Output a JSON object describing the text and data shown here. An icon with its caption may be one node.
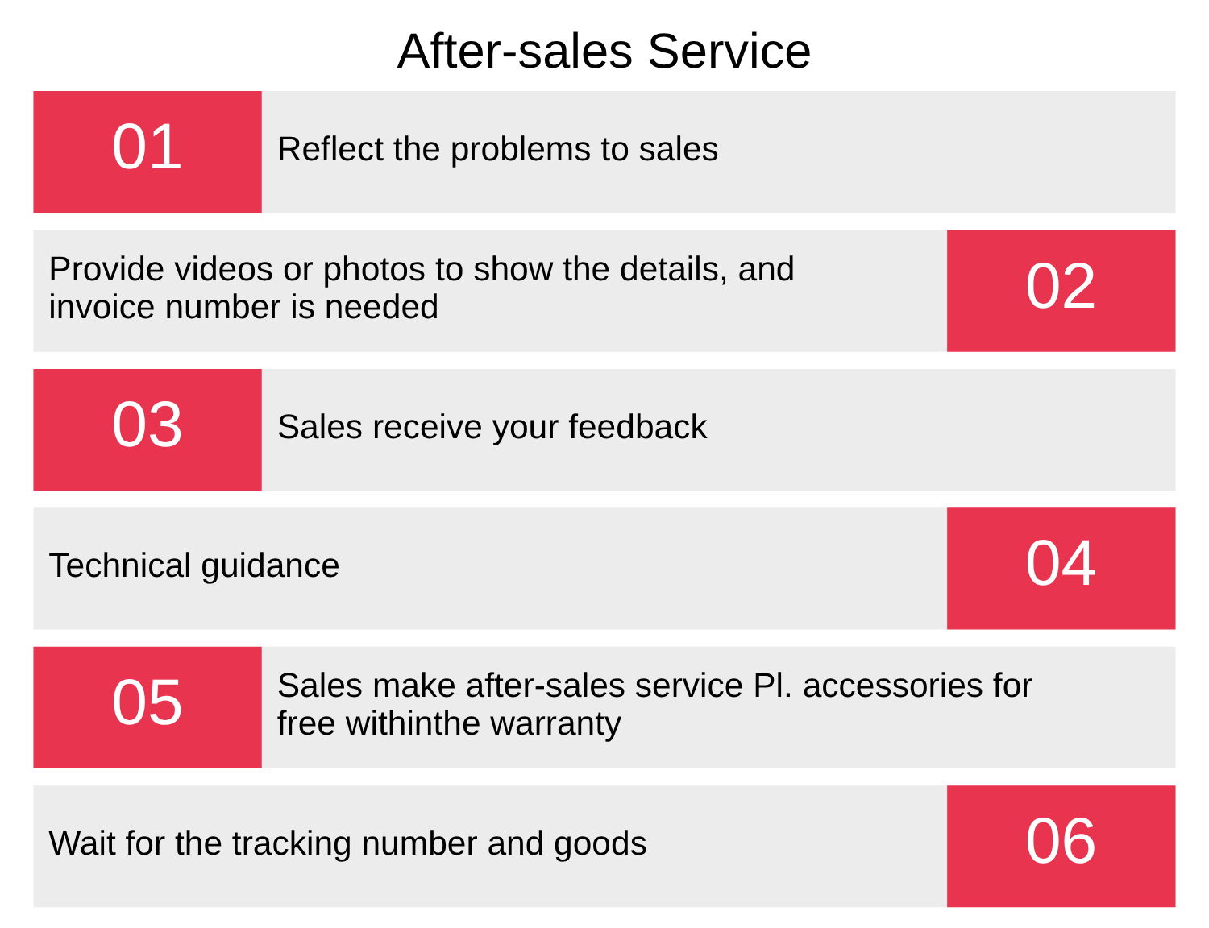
{
  "diagram": {
    "title": "After-sales Service",
    "nodes": [
      {
        "text": [
          "01",
          "Reflect the problems to sales"
        ]
      },
      {
        "text": [
          "Provide videos or photos to show the details, and invoice number is needed",
          "02"
        ]
      },
      {
        "text": [
          "03",
          "Sales receive your feedback"
        ]
      },
      {
        "text": [
          "Technical guidance",
          "04"
        ]
      },
      {
        "text": [
          "05",
          "Sales make after-sales service Pl. accessories for free withinthe warranty"
        ]
      },
      {
        "text": [
          "Wait for the tracking number and goods",
          "06"
        ]
      }
    ]
  }
}
